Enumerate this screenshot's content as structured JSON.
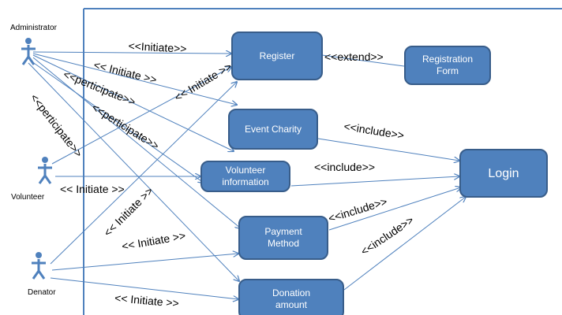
{
  "colors": {
    "usecase_fill": "#4f81bd",
    "usecase_border": "#385d8a",
    "connector": "#4f81bd",
    "boundary": "#4f81bd",
    "actor": "#4f81bd"
  },
  "actors": {
    "administrator": {
      "label": "Administrator",
      "icon": "actor-stick-figure-icon"
    },
    "volunteer": {
      "label": "Volunteer",
      "icon": "actor-stick-figure-icon"
    },
    "donator": {
      "label": "Denator",
      "icon": "actor-stick-figure-icon"
    }
  },
  "usecases": {
    "register": "Register",
    "registration_form": "Registration\nForm",
    "event_charity": "Event Charity",
    "volunteer_information": "Volunteer\ninformation",
    "login": "Login",
    "payment_method": "Payment\nMethod",
    "donation_amount": "Donation\namount"
  },
  "relations": {
    "admin_register_initiate": "<<Initiate>>",
    "admin_volunteer_initiate": "<< Initiate >>",
    "admin_participate_1": "<<perticipate>>",
    "volunteer_register_initiate": "<< Initiate >>",
    "admin_participate_2": "<<perticipate>>",
    "admin_participate_3": "<<perticipate>>",
    "register_extend": "<<extend>>",
    "event_include": "<<include>>",
    "volunteer_include": "<<include>>",
    "volunteer_initiate": "<< Initiate >>",
    "donator_initiate_diag": "<< Initiate >>",
    "donator_payment_initiate": "<< Initiate >>",
    "payment_include": "<<include>>",
    "donation_include": "<<include>>",
    "donator_donation_initiate": "<< Initiate >>"
  }
}
